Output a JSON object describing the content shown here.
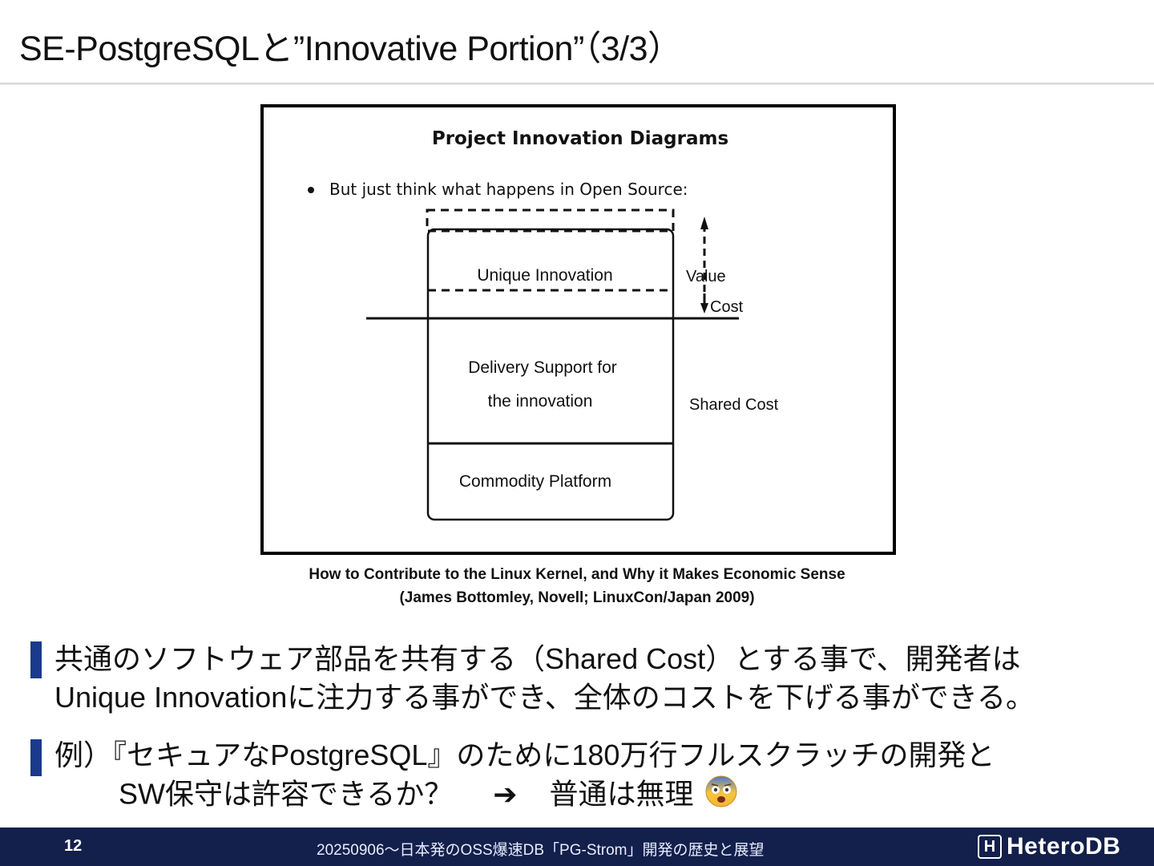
{
  "slide": {
    "title": "SE-PostgreSQLと”Innovative Portion”（3/3）"
  },
  "figure": {
    "heading": "Project Innovation Diagrams",
    "bullet": "But just think what happens in Open Source:",
    "box_unique": "Unique Innovation",
    "box_delivery_line1": "Delivery Support for",
    "box_delivery_line2": "the innovation",
    "box_platform": "Commodity Platform",
    "label_value": "Value",
    "label_cost": "Cost",
    "label_shared_cost": "Shared Cost"
  },
  "caption": {
    "line1": "How to Contribute to the Linux Kernel, and Why it Makes Economic Sense",
    "line2": "(James Bottomley, Novell; LinuxCon/Japan 2009)"
  },
  "bullets": {
    "b1_line1": "共通のソフトウェア部品を共有する（Shared Cost）とする事で、開発者は",
    "b1_line2": "Unique Innovationに注力する事ができ、全体のコストを下げる事ができる。",
    "b2_line1": "例）『セキュアなPostgreSQL』のために180万行フルスクラッチの開発と",
    "b2_line2a": "SW保守は許容できるか？",
    "b2_arrow": "➔",
    "b2_line2b": "普通は無理",
    "b2_emoji": "scared-face"
  },
  "footer": {
    "page_number": "12",
    "event_text": "20250906～日本発のOSS爆速DB「PG-Strom」開発の歴史と展望",
    "logo_mark": "H",
    "logo_text": "HeteroDB"
  },
  "colors": {
    "footer_bg": "#13204b",
    "bullet_marker": "#1b3a8c"
  }
}
